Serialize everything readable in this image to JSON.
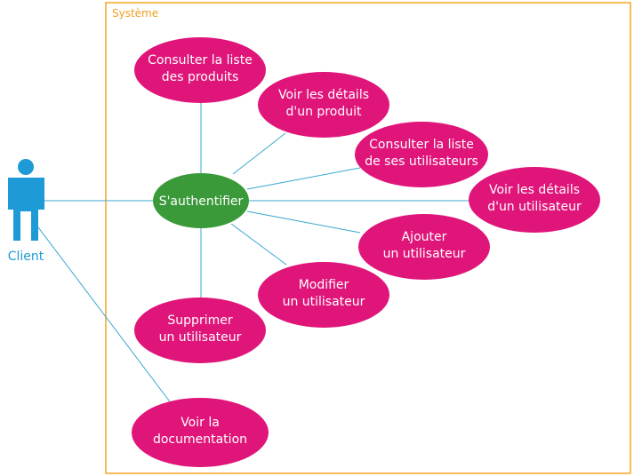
{
  "colors": {
    "system_border": "#f5a623",
    "system_title": "#f0a020",
    "actor": "#1e9ad6",
    "line": "#39a7cf",
    "usecase": "#e0157a",
    "auth": "#3a9a3a",
    "text_white": "#ffffff"
  },
  "system": {
    "title": "Système"
  },
  "actor": {
    "label": "Client",
    "icon": "person-icon"
  },
  "auth": {
    "line1": "S'authentifier",
    "line2": ""
  },
  "usecases": [
    {
      "id": "consulter-produits",
      "line1": "Consulter la liste",
      "line2": "des produits"
    },
    {
      "id": "details-produit",
      "line1": "Voir les détails",
      "line2": "d'un produit"
    },
    {
      "id": "consulter-utilisateurs",
      "line1": "Consulter la liste",
      "line2": "de ses utilisateurs"
    },
    {
      "id": "details-utilisateur",
      "line1": "Voir les détails",
      "line2": "d'un utilisateur"
    },
    {
      "id": "ajouter-utilisateur",
      "line1": "Ajouter",
      "line2": "un utilisateur"
    },
    {
      "id": "modifier-utilisateur",
      "line1": "Modifier",
      "line2": "un utilisateur"
    },
    {
      "id": "supprimer-utilisateur",
      "line1": "Supprimer",
      "line2": "un utilisateur"
    },
    {
      "id": "voir-documentation",
      "line1": "Voir la",
      "line2": "documentation"
    }
  ]
}
